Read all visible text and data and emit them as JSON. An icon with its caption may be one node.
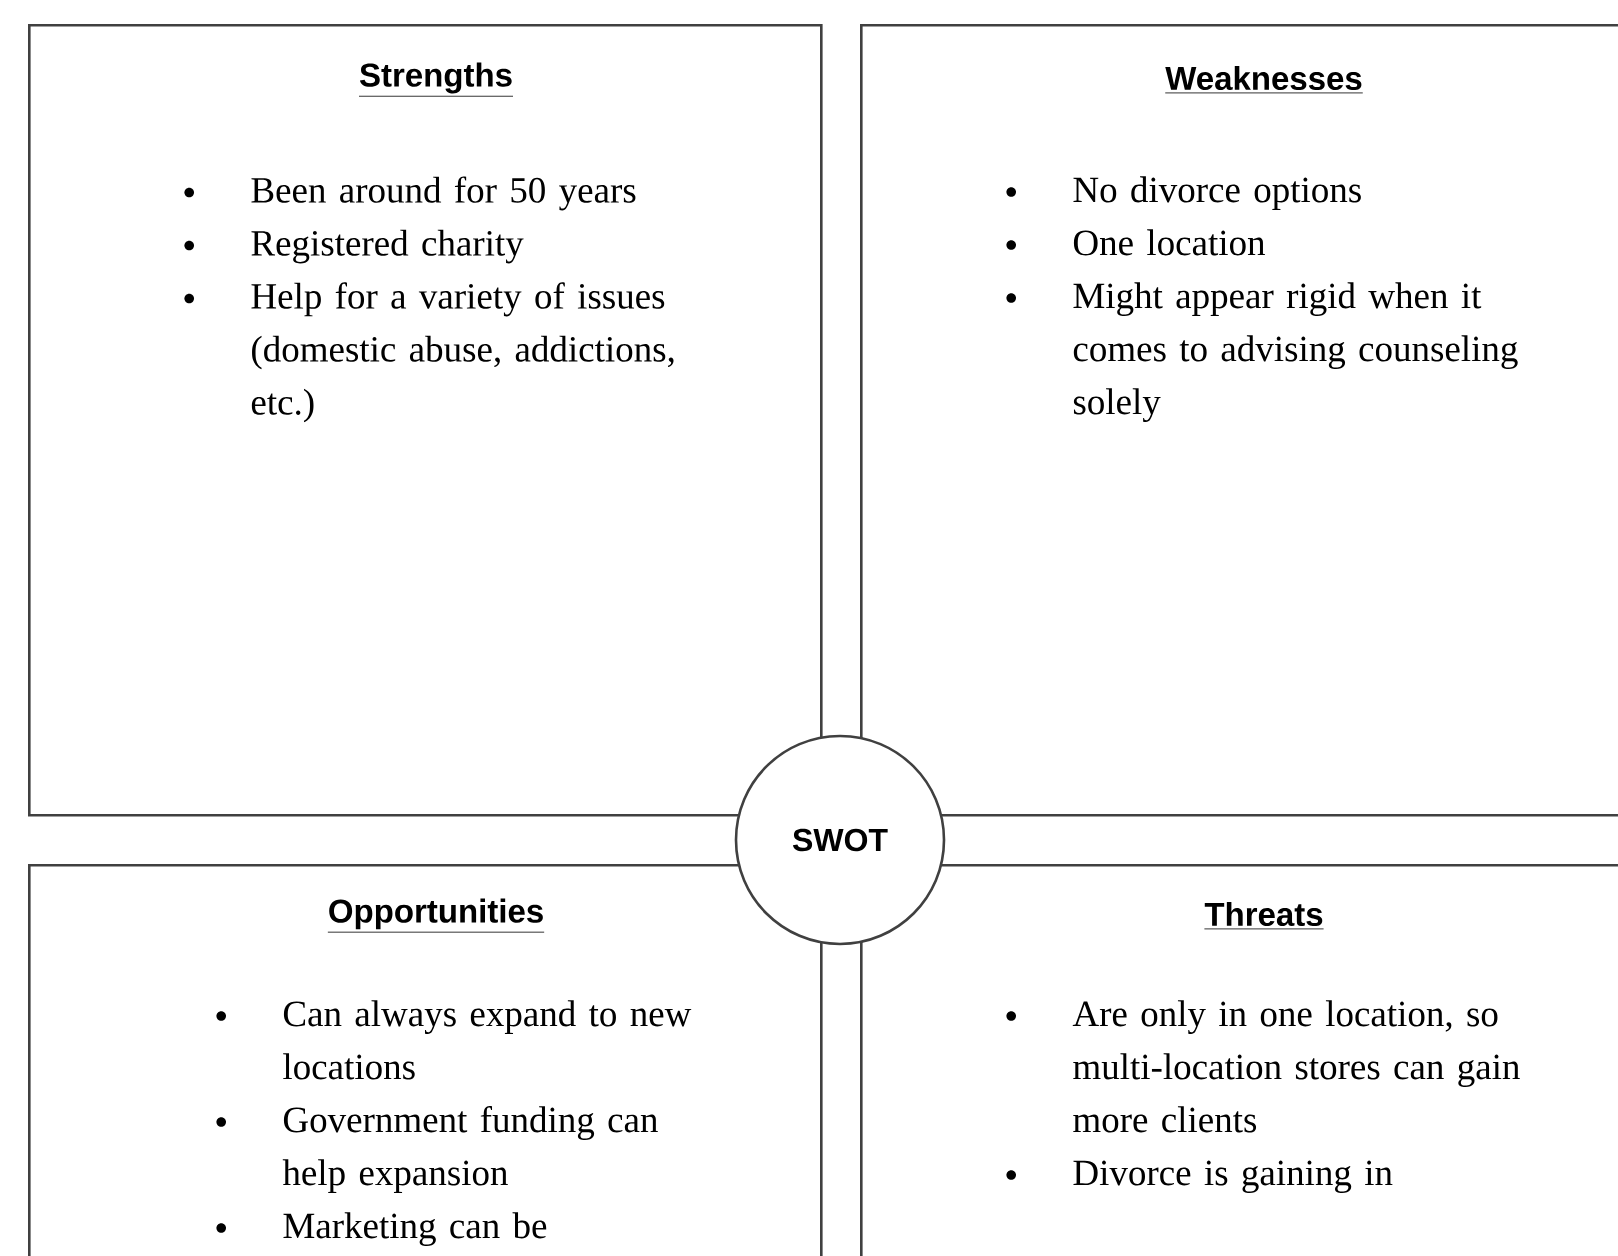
{
  "diagram": {
    "nodes": [
      {
        "text": [
          "Strengths",
          "Been around for 50 years",
          "Registered charity",
          "Help for a variety of issues (domestic abuse, addictions, etc.)"
        ]
      },
      {
        "text": [
          "Weaknesses",
          "No divorce options",
          "One location",
          "Might appear rigid when it comes to advising counseling solely"
        ]
      },
      {
        "text": [
          "Opportunities",
          "Can always expand to new locations",
          "Government funding can help expansion",
          "Marketing can be"
        ]
      },
      {
        "text": [
          "Threats",
          "Are only in one location, so multi-location stores can gain more clients",
          "Divorce is gaining in"
        ]
      },
      {
        "text": [
          "SWOT"
        ]
      }
    ]
  }
}
